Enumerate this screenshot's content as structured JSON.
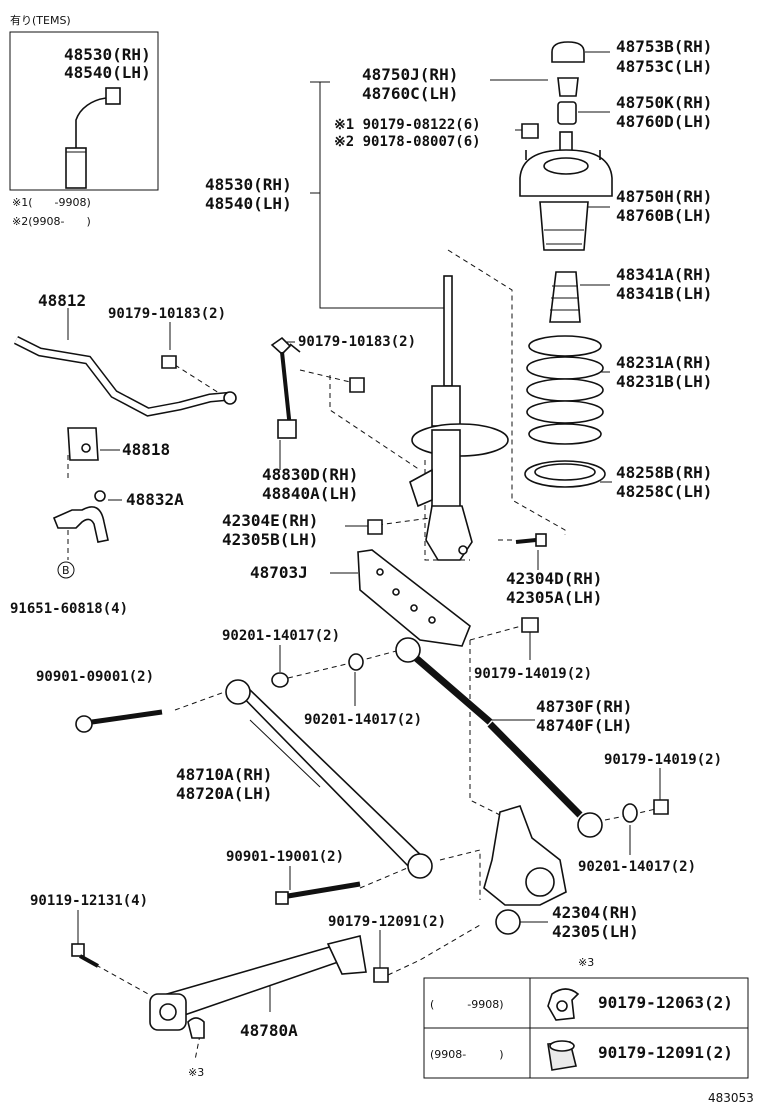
{
  "diagram": {
    "figure_number": "483053",
    "inset_tems": {
      "title": "有り(TEMS)",
      "part_rh": "48530(RH)",
      "part_lh": "48540(LH)",
      "note1": "※1(　　-9908)",
      "note2": "※2(9908-　　)"
    },
    "labels": {
      "p48753": [
        "48753B(RH)",
        "48753C(LH)"
      ],
      "p48750j": [
        "48750J(RH)",
        "48760C(LH)"
      ],
      "p48750k": [
        "48750K(RH)",
        "48760D(LH)"
      ],
      "bolts_top": [
        "※1 90179-08122(6)",
        "※2 90178-08007(6)"
      ],
      "p48530": [
        "48530(RH)",
        "48540(LH)"
      ],
      "p48750h": [
        "48750H(RH)",
        "48760B(LH)"
      ],
      "p48341": [
        "48341A(RH)",
        "48341B(LH)"
      ],
      "p48812": "48812",
      "nut_10183a": "90179-10183(2)",
      "nut_10183b": "90179-10183(2)",
      "p48231": [
        "48231A(RH)",
        "48231B(LH)"
      ],
      "p48818": "48818",
      "p48830": [
        "48830D(RH)",
        "48840A(LH)"
      ],
      "p48258": [
        "48258B(RH)",
        "48258C(LH)"
      ],
      "p48832": "48832A",
      "p42304e": [
        "42304E(RH)",
        "42305B(LH)"
      ],
      "p42304d": [
        "42304D(RH)",
        "42305A(LH)"
      ],
      "b_mark": "B",
      "p91651": "91651-60818(4)",
      "p48703": "48703J",
      "washer_14017a": "90201-14017(2)",
      "nut_14019a": "90179-14019(2)",
      "bolt_09001": "90901-09001(2)",
      "washer_14017b": "90201-14017(2)",
      "p48730": [
        "48730F(RH)",
        "48740F(LH)"
      ],
      "p48710": [
        "48710A(RH)",
        "48720A(LH)"
      ],
      "nut_14019b": "90179-14019(2)",
      "bolt_19001": "90901-19001(2)",
      "washer_14017c": "90201-14017(2)",
      "bolt_12131": "90119-12131(4)",
      "nut_12091": "90179-12091(2)",
      "p42304": [
        "42304(RH)",
        "42305(LH)"
      ],
      "p48780": "48780A",
      "note3": "※3"
    },
    "table_note3": {
      "header": "※3",
      "rows": [
        {
          "range": "(　　　-9908)",
          "part": "90179-12063(2)"
        },
        {
          "range": "(9908-　　　)",
          "part": "90179-12091(2)"
        }
      ]
    }
  }
}
